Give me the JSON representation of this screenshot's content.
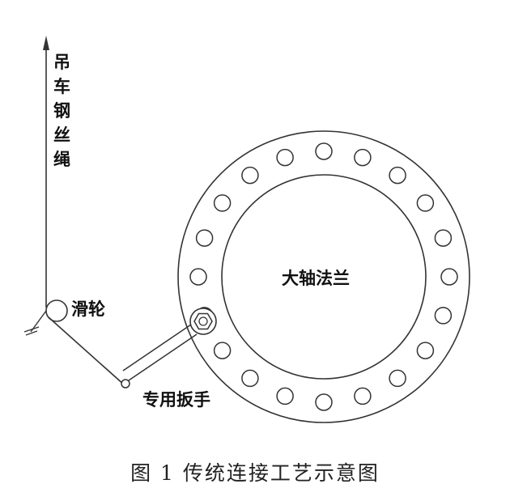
{
  "labels": {
    "rope": [
      "吊",
      "车",
      "钢",
      "丝",
      "绳"
    ],
    "pulley": "滑轮",
    "flange": "大轴法兰",
    "wrench": "专用扳手"
  },
  "caption": "图 1 传统连接工艺示意图",
  "flange": {
    "bolt_hole_count": 20
  },
  "colors": {
    "line": "#333333",
    "text": "#111111",
    "background": "#ffffff"
  }
}
